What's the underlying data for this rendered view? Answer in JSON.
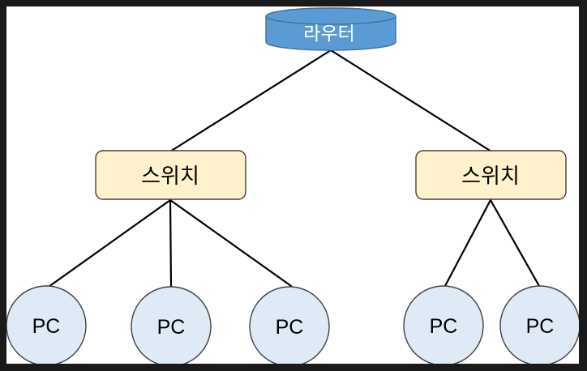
{
  "diagram": {
    "colors": {
      "frame": "#1A1A1A",
      "canvas": "#FFFFFF",
      "edge": "#000000",
      "router_fill": "#5B9BD5",
      "router_stroke": "#41719C",
      "router_text": "#FFFFFF",
      "switch_fill": "#FFF2CC",
      "switch_stroke": "#404040",
      "pc_fill": "#DEEBF7",
      "pc_stroke": "#404040",
      "node_text": "#000000"
    },
    "router": {
      "label": "라우터"
    },
    "switches": [
      {
        "label": "스위치"
      },
      {
        "label": "스위치"
      }
    ],
    "pcs": [
      {
        "label": "PC"
      },
      {
        "label": "PC"
      },
      {
        "label": "PC"
      },
      {
        "label": "PC"
      },
      {
        "label": "PC"
      }
    ],
    "edges": [
      {
        "from": "router",
        "to": "switch-left"
      },
      {
        "from": "router",
        "to": "switch-right"
      },
      {
        "from": "switch-left",
        "to": "pc-1"
      },
      {
        "from": "switch-left",
        "to": "pc-2"
      },
      {
        "from": "switch-left",
        "to": "pc-3"
      },
      {
        "from": "switch-right",
        "to": "pc-4"
      },
      {
        "from": "switch-right",
        "to": "pc-5"
      }
    ]
  }
}
